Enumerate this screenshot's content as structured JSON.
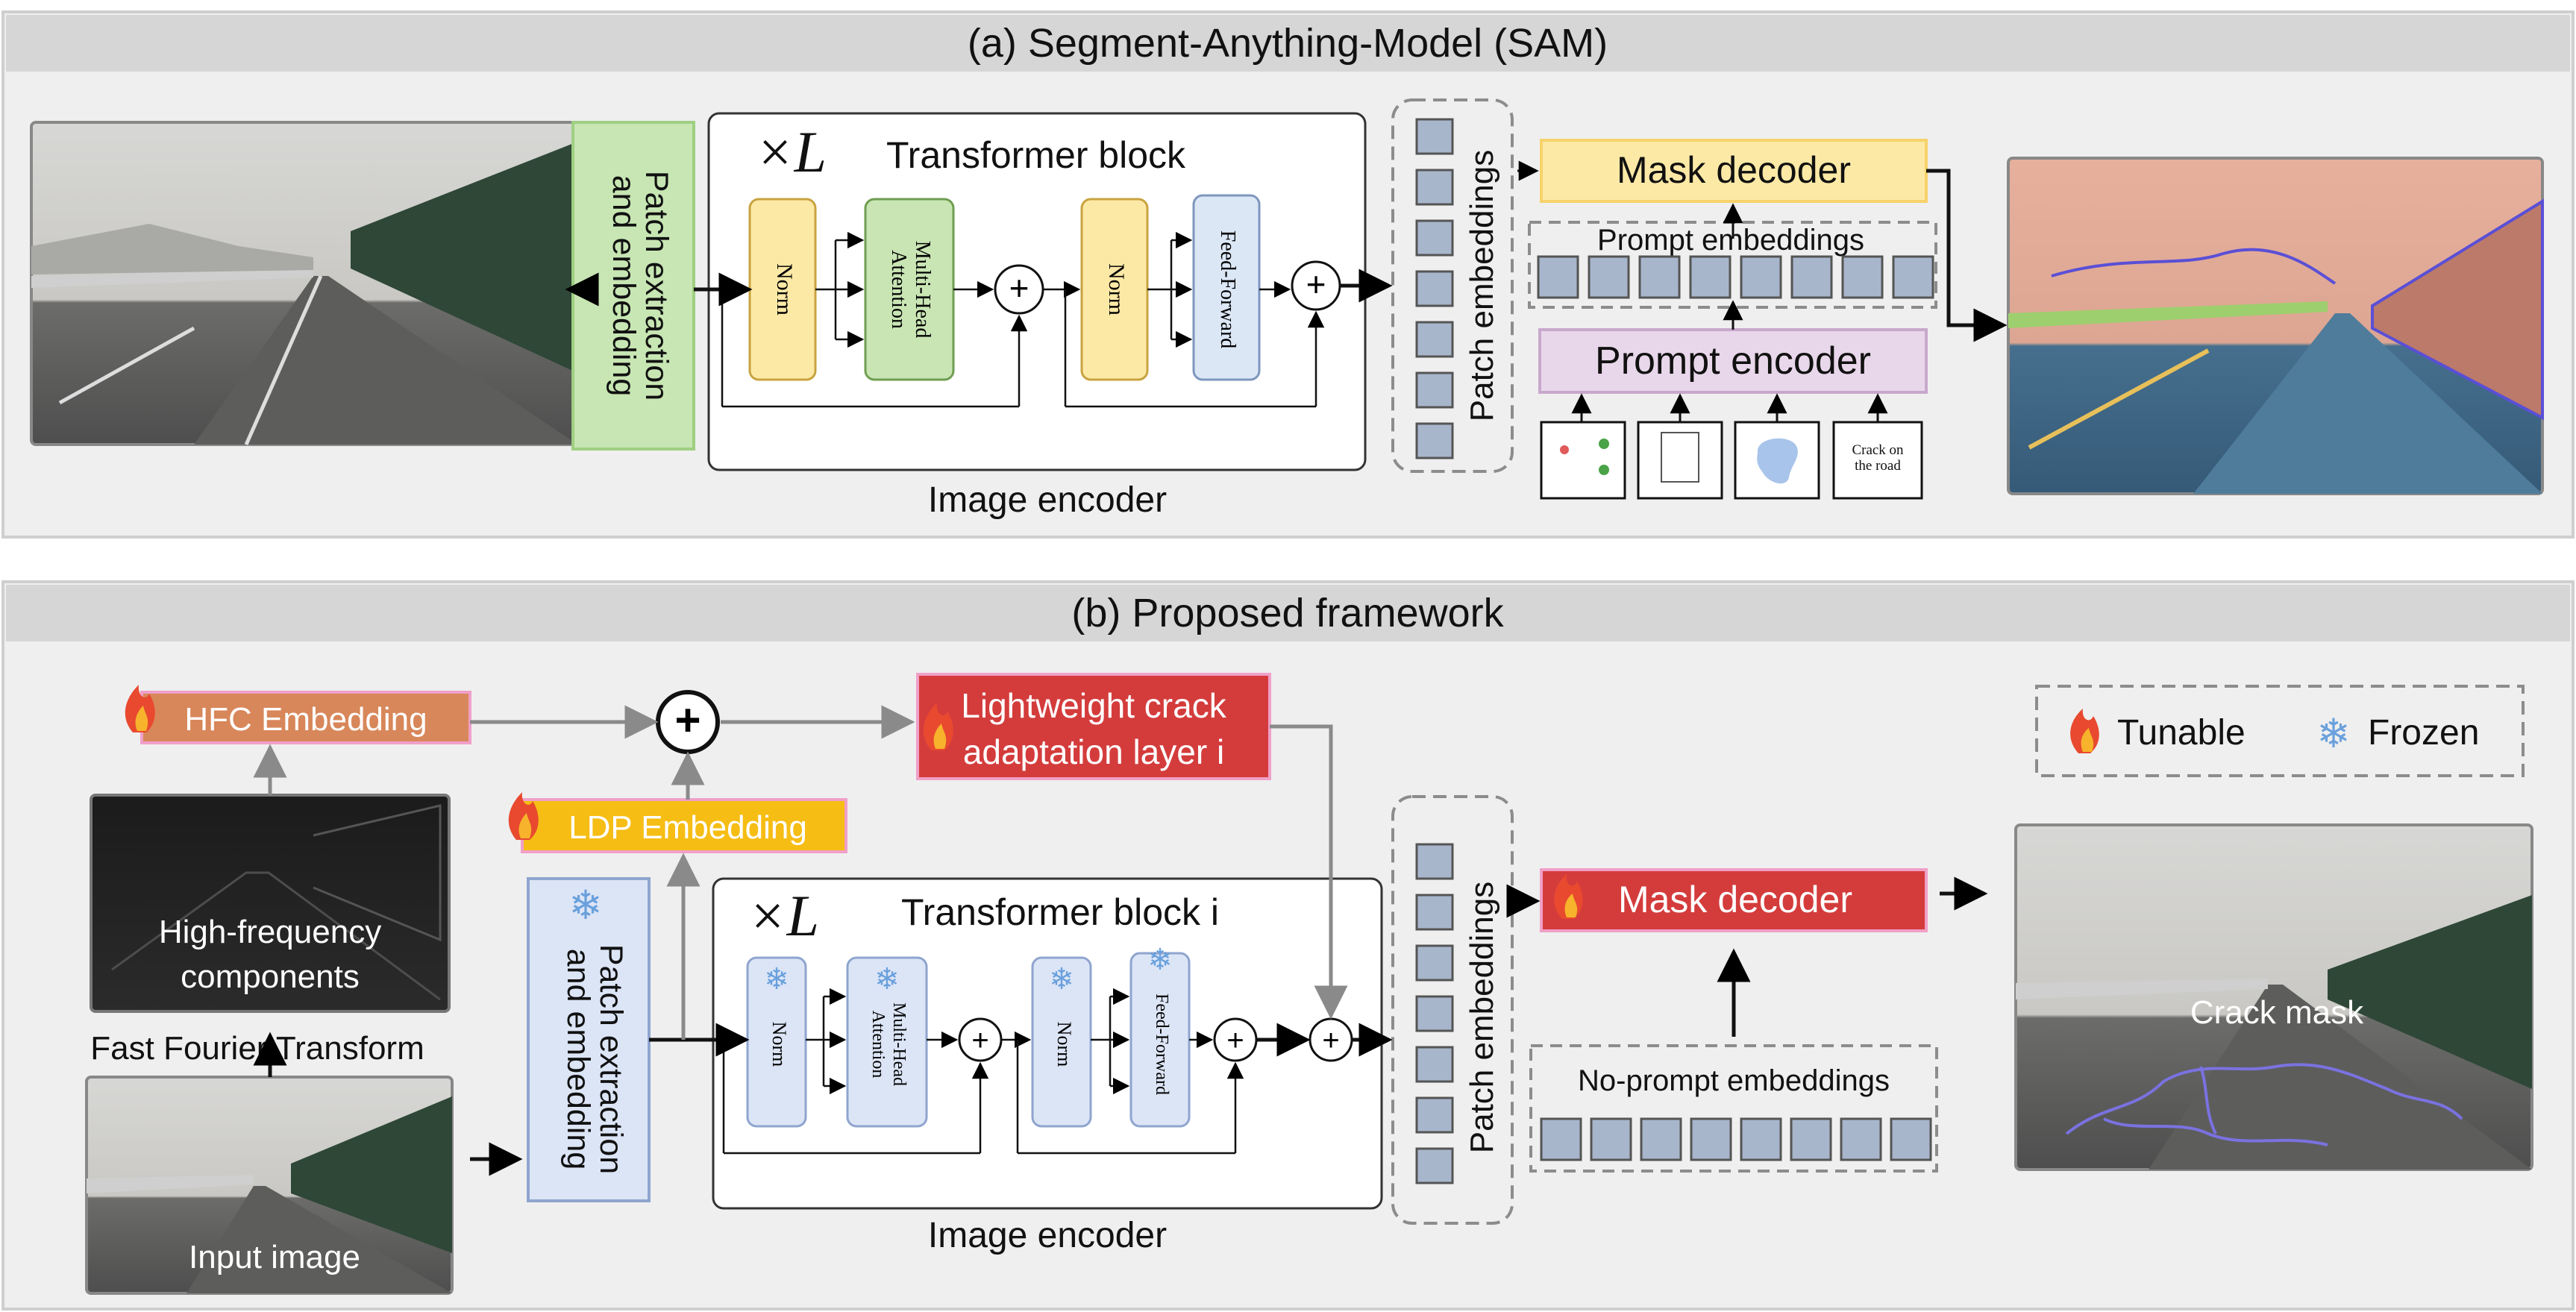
{
  "panel_a": {
    "title": "(a) Segment-Anything-Model (SAM)",
    "patch_block": [
      "Patch extraction",
      "and embedding"
    ],
    "xl": "×L",
    "transformer_title": "Transformer block",
    "norm": "Norm",
    "mha": [
      "Multi-Head",
      "Attention"
    ],
    "ff": "Feed-Forward",
    "plus": "+",
    "image_encoder": "Image encoder",
    "patch_embeddings": "Patch embeddings",
    "mask_decoder": "Mask decoder",
    "prompt_embeddings": "Prompt embeddings",
    "prompt_encoder": "Prompt encoder",
    "text_prompt": [
      "Crack on",
      "the road"
    ]
  },
  "panel_b": {
    "title": "(b) Proposed framework",
    "hfc_embedding": "HFC Embedding",
    "ldp_embedding": "LDP Embedding",
    "adapter": [
      "Lightweight crack",
      "adaptation layer i"
    ],
    "high_freq": [
      "High-frequency",
      "components"
    ],
    "fft": "Fast Fourier Transform",
    "input_image": "Input image",
    "patch_block": [
      "Patch extraction",
      "and embedding"
    ],
    "xl": "×L",
    "transformer_title": "Transformer block i",
    "norm": "Norm",
    "mha": [
      "Multi-Head",
      "Attention"
    ],
    "ff": "Feed-Forward",
    "plus": "+",
    "image_encoder": "Image encoder",
    "patch_embeddings": "Patch embeddings",
    "mask_decoder": "Mask decoder",
    "no_prompt": "No-prompt embeddings",
    "legend_tunable": "Tunable",
    "legend_frozen": "Frozen",
    "crack_mask": "Crack mask"
  },
  "colors": {
    "panel_bg": "#efefef",
    "header_bg": "#d6d6d6",
    "norm_fill": "#fde9a6",
    "norm_stroke": "#c8a340",
    "mha_fill": "#c9e5b4",
    "mha_stroke": "#6f9e51",
    "ff_fill": "#dce7f6",
    "ff_stroke": "#7e97bd",
    "patch_green": "#c7e6b3",
    "patch_blue": "#dce5f6",
    "mask_decoder_yellow": "#fde9a6",
    "prompt_encoder": "#e8d7ea",
    "hfc": "#d8875a",
    "ldp": "#f6bd14",
    "red_block": "#d43c3c",
    "token": "#a8b6cc"
  }
}
